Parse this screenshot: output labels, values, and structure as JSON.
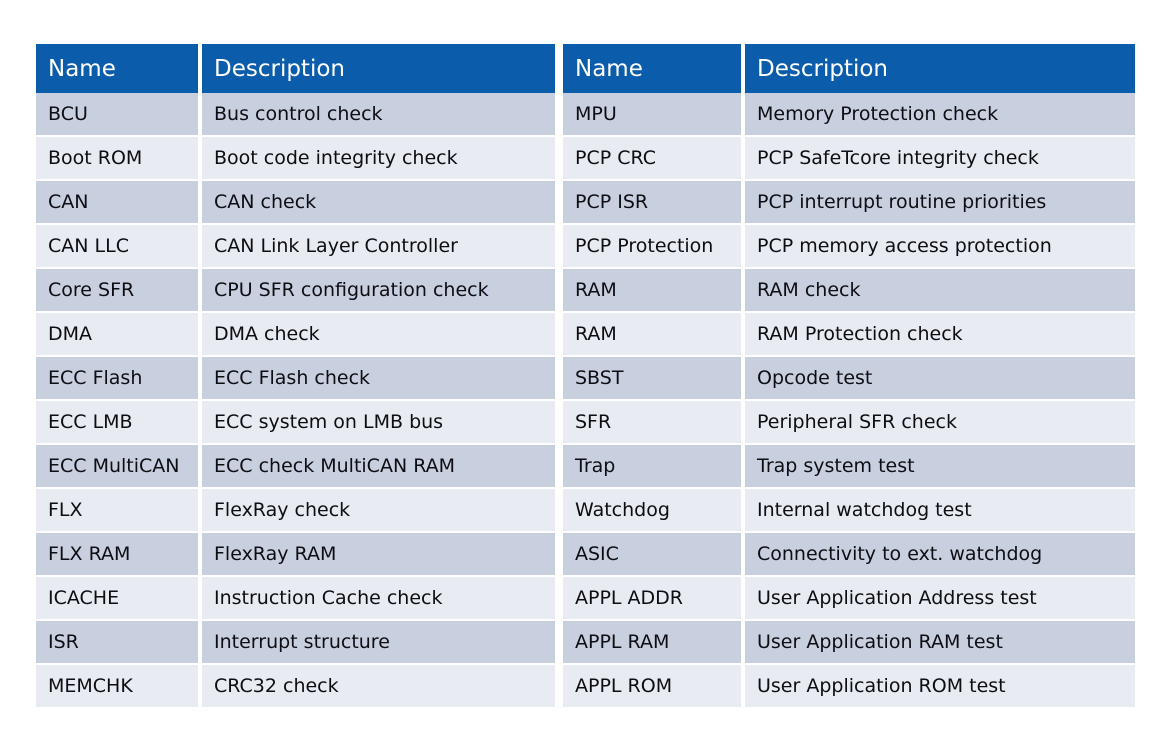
{
  "background_color": "#ffffff",
  "colors": {
    "header_blue": "#0b5cab",
    "header_text": "#ffffff",
    "row_odd": "#c8cfde",
    "row_even": "#e8ebf2",
    "cell_text": "#0d0d14",
    "grid_line": "#ffffff"
  },
  "tables": [
    {
      "id": "left-table",
      "columns": [
        "Name",
        "Description"
      ],
      "rows": [
        {
          "name": "BCU",
          "description": "Bus control check"
        },
        {
          "name": "Boot ROM",
          "description": "Boot code integrity check"
        },
        {
          "name": "CAN",
          "description": "CAN check"
        },
        {
          "name": "CAN LLC",
          "description": "CAN Link Layer Controller"
        },
        {
          "name": "Core SFR",
          "description": "CPU SFR configuration check"
        },
        {
          "name": "DMA",
          "description": "DMA check"
        },
        {
          "name": "ECC Flash",
          "description": "ECC Flash check"
        },
        {
          "name": "ECC LMB",
          "description": "ECC system on LMB bus"
        },
        {
          "name": "ECC MultiCAN",
          "description": "ECC check MultiCAN RAM"
        },
        {
          "name": "FLX",
          "description": "FlexRay check"
        },
        {
          "name": "FLX RAM",
          "description": "FlexRay RAM"
        },
        {
          "name": "ICACHE",
          "description": "Instruction Cache check"
        },
        {
          "name": "ISR",
          "description": "Interrupt structure"
        },
        {
          "name": "MEMCHK",
          "description": "CRC32 check"
        }
      ]
    },
    {
      "id": "right-table",
      "columns": [
        "Name",
        "Description"
      ],
      "rows": [
        {
          "name": "MPU",
          "description": "Memory Protection check"
        },
        {
          "name": "PCP CRC",
          "description": "PCP SafeTcore integrity check"
        },
        {
          "name": "PCP ISR",
          "description": "PCP interrupt routine priorities"
        },
        {
          "name": "PCP Protection",
          "description": "PCP memory access protection"
        },
        {
          "name": "RAM",
          "description": "RAM check"
        },
        {
          "name": "RAM",
          "description": "RAM Protection check"
        },
        {
          "name": "SBST",
          "description": "Opcode test"
        },
        {
          "name": "SFR",
          "description": "Peripheral SFR check"
        },
        {
          "name": "Trap",
          "description": "Trap system test"
        },
        {
          "name": "Watchdog",
          "description": "Internal watchdog test"
        },
        {
          "name": "ASIC",
          "description": "Connectivity to ext. watchdog"
        },
        {
          "name": "APPL ADDR",
          "description": "User Application Address test"
        },
        {
          "name": "APPL RAM",
          "description": "User Application RAM test"
        },
        {
          "name": "APPL ROM",
          "description": "User Application ROM test"
        }
      ]
    }
  ]
}
